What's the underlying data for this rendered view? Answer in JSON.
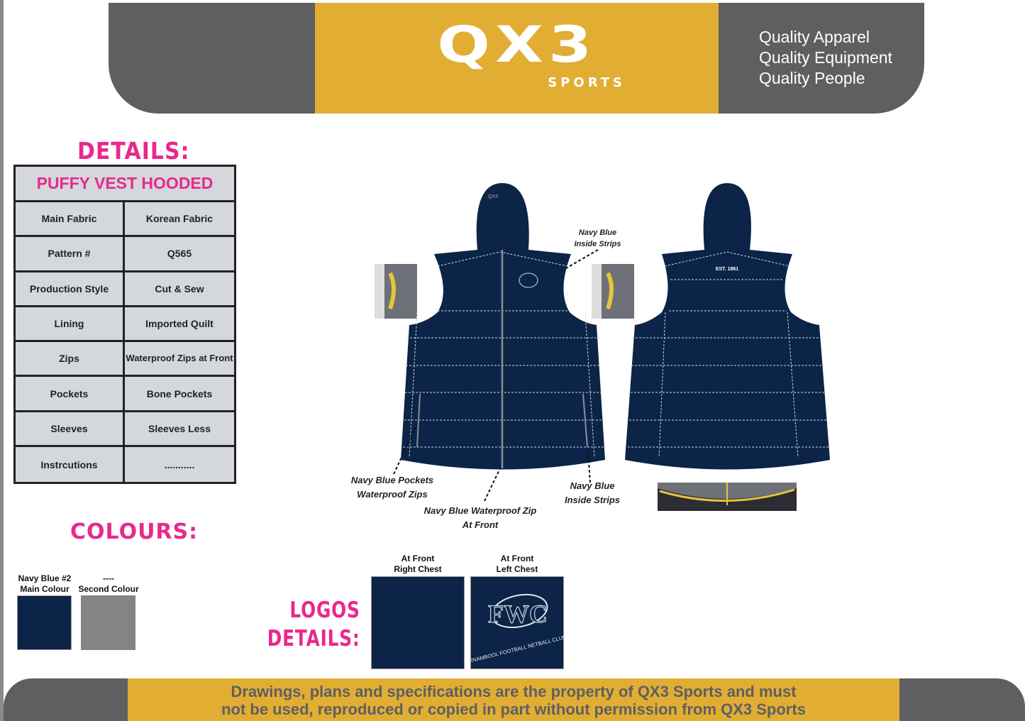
{
  "header": {
    "brand": "QX3",
    "brand_sub": "SPORTS",
    "taglines": [
      "Quality Apparel",
      "Quality Equipment",
      "Quality People"
    ]
  },
  "details": {
    "heading": "DETAILS:",
    "product": "PUFFY VEST HOODED",
    "rows": [
      [
        "Main Fabric",
        "Korean Fabric"
      ],
      [
        "Pattern #",
        "Q565"
      ],
      [
        "Production Style",
        "Cut & Sew"
      ],
      [
        "Lining",
        "Imported Quilt"
      ],
      [
        "Zips",
        "Waterproof Zips at Front"
      ],
      [
        "Pockets",
        "Bone Pockets"
      ],
      [
        "Sleeves",
        "Sleeves Less"
      ],
      [
        "Instrcutions",
        "..........."
      ]
    ]
  },
  "colours": {
    "heading": "COLOURS:",
    "swatches": [
      {
        "name": "Navy Blue #2",
        "role": "Main Colour",
        "color": "#0b2447"
      },
      {
        "name": "----",
        "role": "Second Colour",
        "color": "#848484"
      }
    ]
  },
  "logos": {
    "heading_1": "LOGOS",
    "heading_2": "DETAILS:",
    "placements": [
      {
        "line1": "At Front",
        "line2": "Right Chest"
      },
      {
        "line1": "At Front",
        "line2": "Left Chest",
        "logo_text": "FWC",
        "logo_sub": "WARRNAMBOOL FOOTBALL NETBALL CLUB INC."
      }
    ]
  },
  "drawing": {
    "back_text": "EST. 1861",
    "hood_text": "QX3",
    "notes": {
      "strips_top": [
        "Navy Blue",
        "Inside Strips"
      ],
      "pockets": [
        "Navy Blue Pockets",
        "Waterproof Zips"
      ],
      "zip": [
        "Navy Blue Waterproof Zip",
        "At Front"
      ],
      "strips_bottom": [
        "Navy Blue",
        "Inside Strips"
      ]
    }
  },
  "footer": {
    "line1": "Drawings, plans and specifications are the property of QX3 Sports and must",
    "line2": "not be used, reproduced or copied in part without permission from QX3 Sports"
  },
  "colors": {
    "gold": "#e1ae33",
    "grey": "#5f5f62",
    "pink": "#e9288d",
    "navy": "#0b2447"
  }
}
